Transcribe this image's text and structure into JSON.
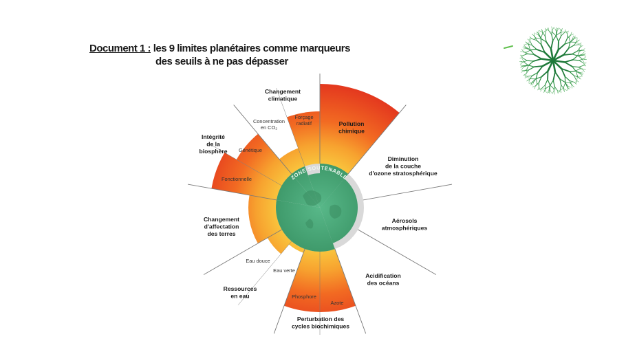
{
  "title": {
    "prefix": "Document 1 :",
    "line1": "les 9 limites planétaires comme marqueurs",
    "line2": "des seuils à ne pas dépasser"
  },
  "zone_label": "ZONE SOUTENABLE",
  "categories": {
    "climate": [
      "Changement",
      "climatique"
    ],
    "pollution": [
      "Pollution",
      "chimique"
    ],
    "ozone": [
      "Diminution",
      "de la couche",
      "d'ozone stratosphérique"
    ],
    "aerosols": [
      "Aérosols",
      "atmosphériques"
    ],
    "acidification": [
      "Acidification",
      "des océans"
    ],
    "biogeo": [
      "Perturbation des",
      "cycles biochimiques"
    ],
    "water": [
      "Ressources",
      "en eau"
    ],
    "land": [
      "Changement",
      "d'affectation",
      "des terres"
    ],
    "biosphere": [
      "Intégrité",
      "de la",
      "biosphère"
    ]
  },
  "sublabels": {
    "co2": [
      "Concentration",
      "en CO₂"
    ],
    "forcage": [
      "Forçage",
      "radiatif"
    ],
    "genetique": "Génétique",
    "fonctionnelle": "Fonctionnelle",
    "eau_douce": "Eau douce",
    "eau_verte": "Eau verte",
    "phosphore": "Phosphore",
    "azote": "Azote"
  },
  "colors": {
    "safe_zone": "#4fae7c",
    "ring_inner": "#f9c23c",
    "ring_outer": "#e2331e",
    "unknown": "#d9d9d9"
  },
  "icons": [
    "planetary-boundaries-wheel-icon",
    "green-tree-logo-icon"
  ]
}
